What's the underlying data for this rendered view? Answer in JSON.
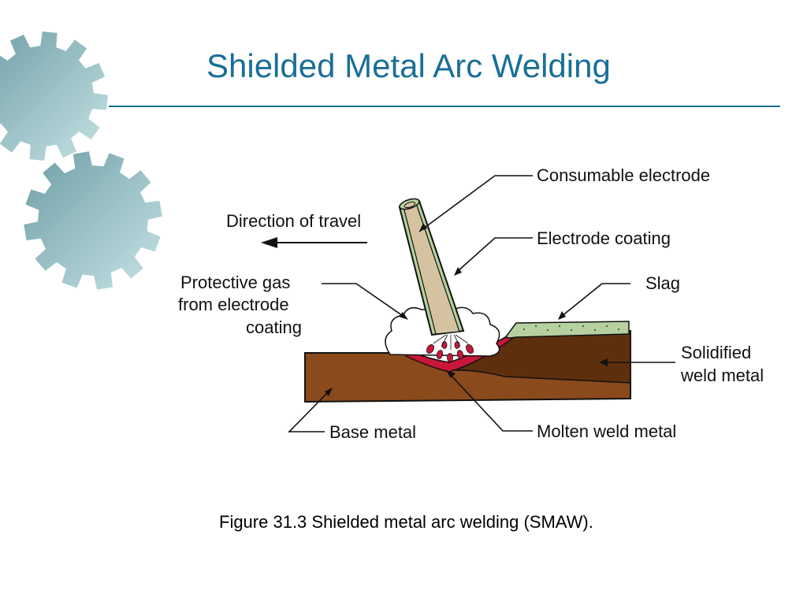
{
  "slide": {
    "title": "Shielded Metal Arc Welding",
    "caption": "Figure 31.3  Shielded metal arc welding (SMAW)."
  },
  "diagram": {
    "labels": {
      "consumable_electrode": "Consumable electrode",
      "direction_of_travel": "Direction of travel",
      "electrode_coating": "Electrode coating",
      "protective_gas_line1": "Protective gas",
      "protective_gas_line2": "from electrode",
      "protective_gas_line3": "coating",
      "slag": "Slag",
      "solidified_line1": "Solidified",
      "solidified_line2": "weld metal",
      "base_metal": "Base metal",
      "molten_weld_metal": "Molten weld metal"
    }
  },
  "colors": {
    "title": "#1a6f97",
    "base_metal": "#8a4a1c",
    "weld_metal": "#5e2f0d",
    "molten": "#c8173a",
    "slag": "#b6d0a0",
    "electrode_core": "#d5c2a1",
    "electrode_coating": "#b5d39a",
    "gear": "#8fbcc2"
  },
  "icons": [
    "gear-icon",
    "gear-icon",
    "arrow-left-icon"
  ]
}
